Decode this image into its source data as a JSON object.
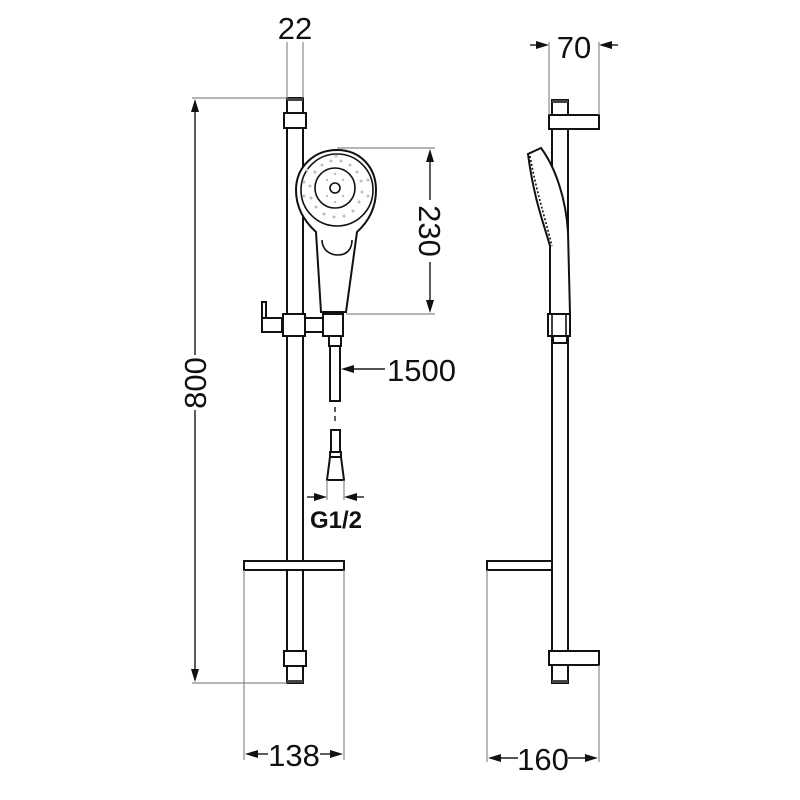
{
  "drawing": {
    "title": "Shower rail set dimension drawing",
    "colors": {
      "line": "#111111",
      "extension": "#8a8a8a",
      "background": "#ffffff",
      "nozzle_dots": "#bdbdbd"
    },
    "front_view": {
      "dimensions": {
        "rail_diameter": "22",
        "rail_height": "800",
        "handshower_length": "230",
        "hose_length": "1500",
        "thread": "G1/2",
        "soap_dish_width": "138"
      }
    },
    "side_view": {
      "dimensions": {
        "bracket_depth": "70",
        "soap_dish_depth": "160"
      }
    }
  }
}
